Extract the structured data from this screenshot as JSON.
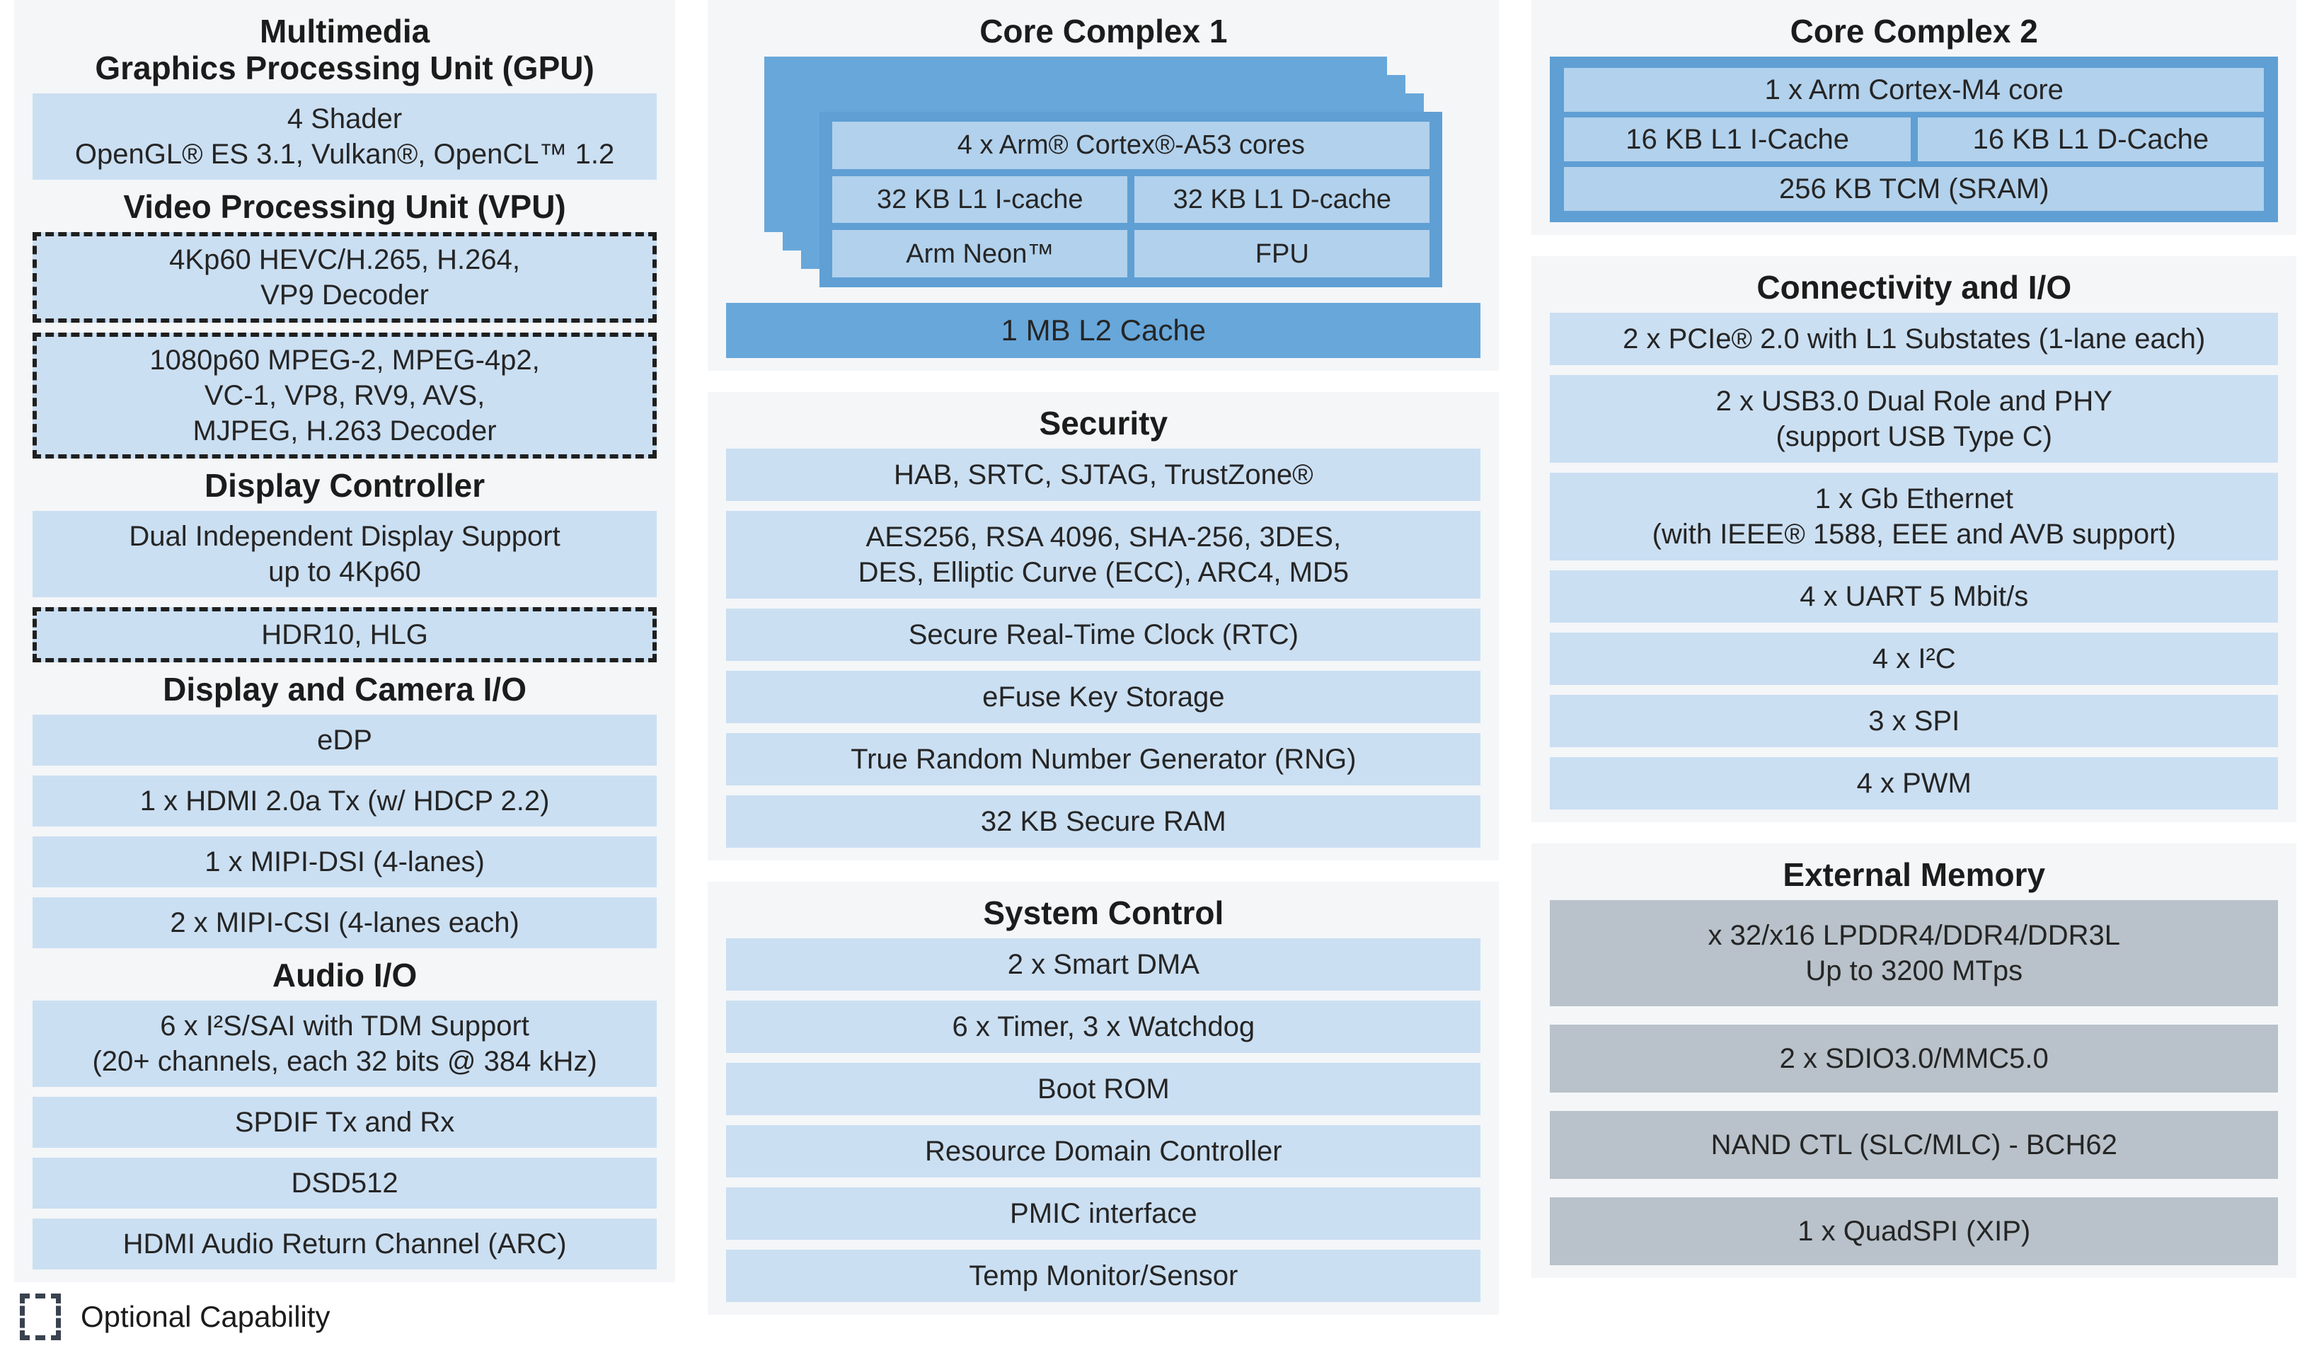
{
  "colors": {
    "accent_blue": "#68a7da",
    "light_blue_box": "#cbdff2",
    "inner_blue_box": "#b2d1ec",
    "gray_box": "#b9c2ca",
    "panel_background": "#f4f6f8",
    "text": "#252525"
  },
  "left": {
    "gpu": {
      "title": "Multimedia\nGraphics Processing Unit (GPU)",
      "box": "4 Shader\nOpenGL® ES 3.1, Vulkan®, OpenCL™ 1.2"
    },
    "vpu": {
      "title": "Video Processing Unit (VPU)",
      "box1": "4Kp60 HEVC/H.265, H.264,\nVP9 Decoder",
      "box2": "1080p60 MPEG-2, MPEG-4p2,\nVC-1, VP8, RV9, AVS,\nMJPEG, H.263 Decoder"
    },
    "display_controller": {
      "title": "Display Controller",
      "box1": "Dual Independent Display Support\nup to 4Kp60",
      "box2": "HDR10, HLG"
    },
    "display_camera_io": {
      "title": "Display and Camera I/O",
      "box1": "eDP",
      "box2": "1 x HDMI 2.0a Tx (w/ HDCP 2.2)",
      "box3": "1 x MIPI-DSI (4-lanes)",
      "box4": "2 x MIPI-CSI (4-lanes each)"
    },
    "audio_io": {
      "title": "Audio I/O",
      "box1": "6 x I²S/SAI with TDM Support\n(20+ channels, each 32 bits @ 384 kHz)",
      "box2": "SPDIF Tx and Rx",
      "box3": "DSD512",
      "box4": "HDMI Audio Return Channel (ARC)"
    }
  },
  "core_complex_1": {
    "title": "Core Complex 1",
    "cores": "4 x Arm® Cortex®-A53 cores",
    "icache": "32 KB L1 I-cache",
    "dcache": "32 KB L1 D-cache",
    "neon": "Arm Neon™",
    "fpu": "FPU",
    "l2": "1 MB L2 Cache"
  },
  "security": {
    "title": "Security",
    "box1": "HAB, SRTC, SJTAG, TrustZone®",
    "box2": "AES256, RSA 4096, SHA-256, 3DES,\nDES, Elliptic Curve (ECC), ARC4, MD5",
    "box3": "Secure Real-Time Clock (RTC)",
    "box4": "eFuse Key Storage",
    "box5": "True Random Number Generator (RNG)",
    "box6": "32 KB Secure RAM"
  },
  "system_control": {
    "title": "System Control",
    "box1": "2 x Smart DMA",
    "box2": "6 x Timer, 3 x Watchdog",
    "box3": "Boot ROM",
    "box4": "Resource Domain Controller",
    "box5": "PMIC interface",
    "box6": "Temp Monitor/Sensor"
  },
  "core_complex_2": {
    "title": "Core Complex 2",
    "core": "1 x Arm Cortex-M4 core",
    "icache": "16 KB L1 I-Cache",
    "dcache": "16 KB L1 D-Cache",
    "tcm": "256 KB TCM (SRAM)"
  },
  "connectivity": {
    "title": "Connectivity and I/O",
    "box1": "2 x PCIe® 2.0 with L1 Substates (1-lane each)",
    "box2": "2 x USB3.0 Dual Role and PHY\n(support USB Type C)",
    "box3": "1 x Gb Ethernet\n(with IEEE® 1588, EEE and AVB support)",
    "box4": "4 x UART 5 Mbit/s",
    "box5": "4 x I²C",
    "box6": "3 x SPI",
    "box7": "4 x PWM"
  },
  "external_memory": {
    "title": "External Memory",
    "box1": "x 32/x16 LPDDR4/DDR4/DDR3L\nUp to 3200 MTps",
    "box2": "2 x SDIO3.0/MMC5.0",
    "box3": "NAND CTL (SLC/MLC) - BCH62",
    "box4": "1 x QuadSPI (XIP)"
  },
  "legend": {
    "label": "Optional Capability"
  }
}
